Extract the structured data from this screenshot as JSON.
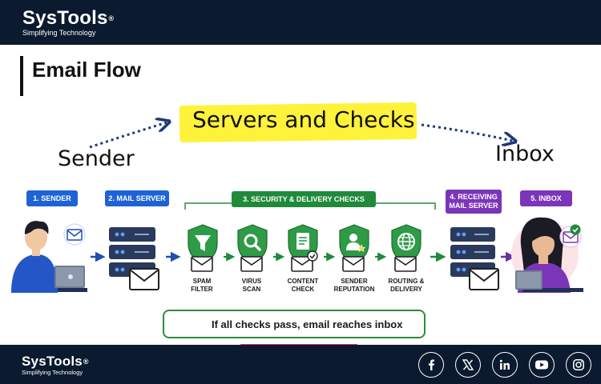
{
  "brand": {
    "name": "SysTools",
    "registered": "®",
    "tagline": "Simplifying Technology"
  },
  "heading": "Email Flow",
  "handwritten": {
    "highlight": "Servers and Checks",
    "left": "Sender",
    "right": "Inbox"
  },
  "steps": [
    {
      "label": "1. SENDER",
      "color": "#1e63d6"
    },
    {
      "label": "2. MAIL SERVER",
      "color": "#1e63d6"
    },
    {
      "label": "3. SECURITY & DELIVERY CHECKS",
      "color": "#1f8a3a"
    },
    {
      "label_line1": "4. RECEIVING",
      "label_line2": "MAIL SERVER",
      "color": "#7b35b8"
    },
    {
      "label": "5. INBOX",
      "color": "#7b35b8"
    }
  ],
  "checks": [
    {
      "line1": "SPAM",
      "line2": "FILTER",
      "icon": "funnel-icon"
    },
    {
      "line1": "VIRUS",
      "line2": "SCAN",
      "icon": "magnifier-icon"
    },
    {
      "line1": "CONTENT",
      "line2": "CHECK",
      "icon": "document-icon"
    },
    {
      "line1": "SENDER",
      "line2": "REPUTATION",
      "icon": "user-star-icon"
    },
    {
      "line1": "ROUTING &",
      "line2": "DELIVERY",
      "icon": "globe-icon"
    }
  ],
  "banner": "If all checks pass, email reaches inbox",
  "social": [
    "facebook-icon",
    "x-icon",
    "linkedin-icon",
    "youtube-icon",
    "instagram-icon"
  ],
  "colors": {
    "navy": "#0b1a2e",
    "blue": "#1e63d6",
    "green": "#1f8a3a",
    "purple": "#7b35b8",
    "highlight": "#fff23a"
  }
}
